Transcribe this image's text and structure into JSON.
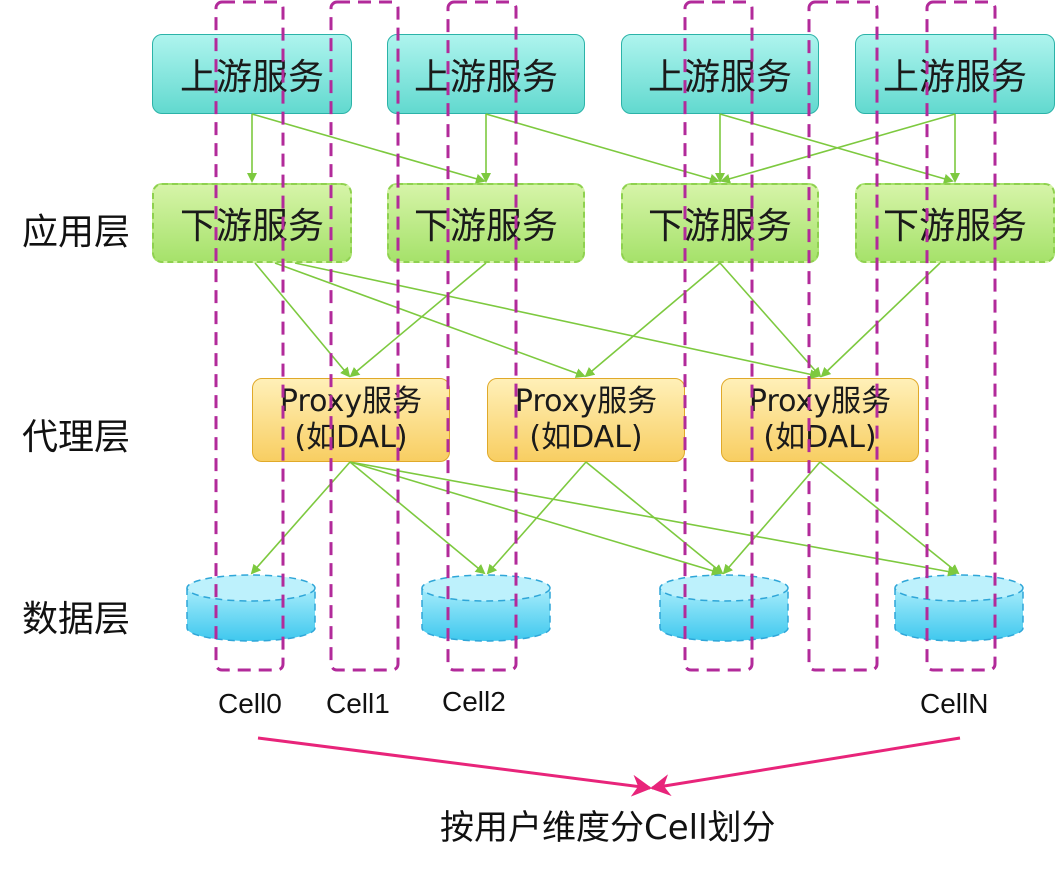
{
  "layers": {
    "application": "应用层",
    "proxy": "代理层",
    "data": "数据层"
  },
  "upstream_boxes": [
    "上游服务",
    "上游服务",
    "上游服务",
    "上游服务"
  ],
  "downstream_boxes": [
    "下游服务",
    "下游服务",
    "下游服务",
    "下游服务"
  ],
  "proxy_boxes": [
    {
      "line1": "Proxy服务",
      "line2": "(如DAL)"
    },
    {
      "line1": "Proxy服务",
      "line2": "(如DAL)"
    },
    {
      "line1": "Proxy服务",
      "line2": "(如DAL)"
    }
  ],
  "cells": [
    "Cell0",
    "Cell1",
    "Cell2",
    "CellN"
  ],
  "bottom_caption": "按用户维度分Cell划分",
  "colors": {
    "upstream": "#62d9cf",
    "downstream": "#a6e26b",
    "proxy": "#f8ce62",
    "database": "#62d6f4",
    "arrow": "#7dc93f",
    "cell_border": "#b22a9a",
    "caption_arrow": "#e8247a"
  }
}
